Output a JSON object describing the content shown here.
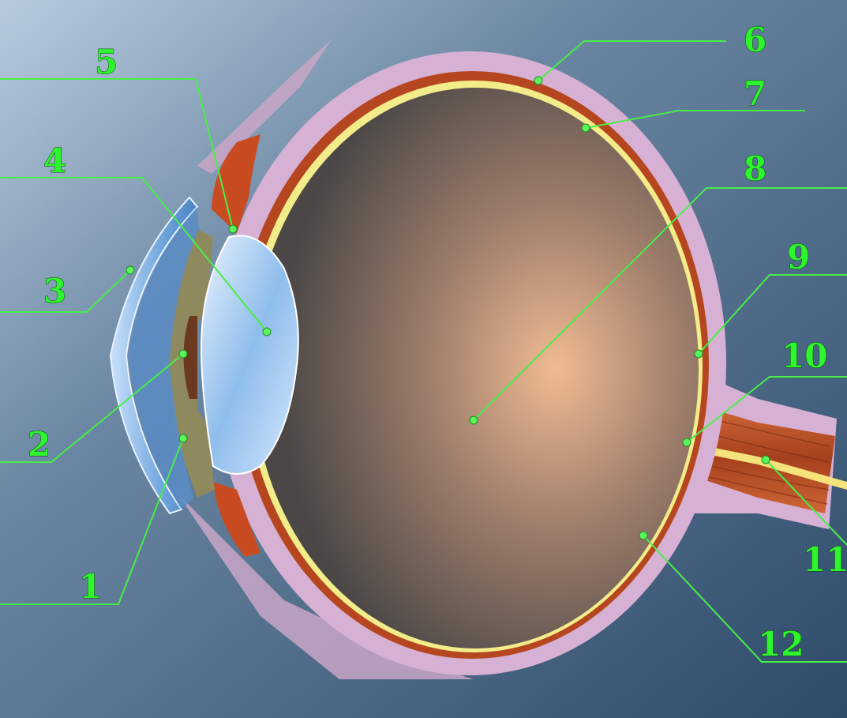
{
  "diagram": {
    "labels": [
      "1",
      "2",
      "3",
      "4",
      "5",
      "6",
      "7",
      "8",
      "9",
      "10",
      "11",
      "12"
    ]
  },
  "colors": {
    "background": "#3e5a78",
    "leader": "#48ee48",
    "label": "#2ff52f",
    "sclera": "#d7b1d3",
    "choroid": "#b5461f",
    "retina": "#f3ec8a",
    "vitreous_center": "#e8b48e",
    "vitreous_edge": "#4a4746",
    "lens": "#9cc6ee",
    "cornea": "#7ab0e6",
    "iris": "#8f8a5e",
    "optic_nerve": "#b8502a"
  },
  "icons": [
    "eye-cross-section"
  ]
}
